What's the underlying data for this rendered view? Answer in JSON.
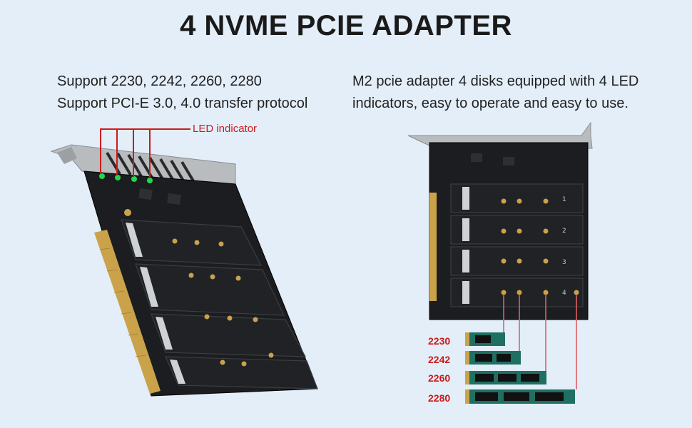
{
  "title": "4 NVME PCIE ADAPTER",
  "left_text": {
    "line1": "Support 2230, 2242, 2260, 2280",
    "line2": "Support PCI-E 3.0, 4.0 transfer protocol"
  },
  "right_text": {
    "line1": "M2 pcie adapter 4 disks equipped with 4 LED",
    "line2": "indicators, easy to operate and easy to use."
  },
  "led_label": "LED indicator",
  "ssd_sizes": [
    "2230",
    "2242",
    "2260",
    "2280"
  ],
  "slot_numbers": [
    "1",
    "2",
    "3",
    "4"
  ],
  "colors": {
    "background": "#e3eef9",
    "accent_red": "#cc1a1a",
    "pcb": "#1b1d20",
    "gold": "#c9a24a",
    "led_green": "#22d84a",
    "ssd_teal": "#1f6f63"
  }
}
